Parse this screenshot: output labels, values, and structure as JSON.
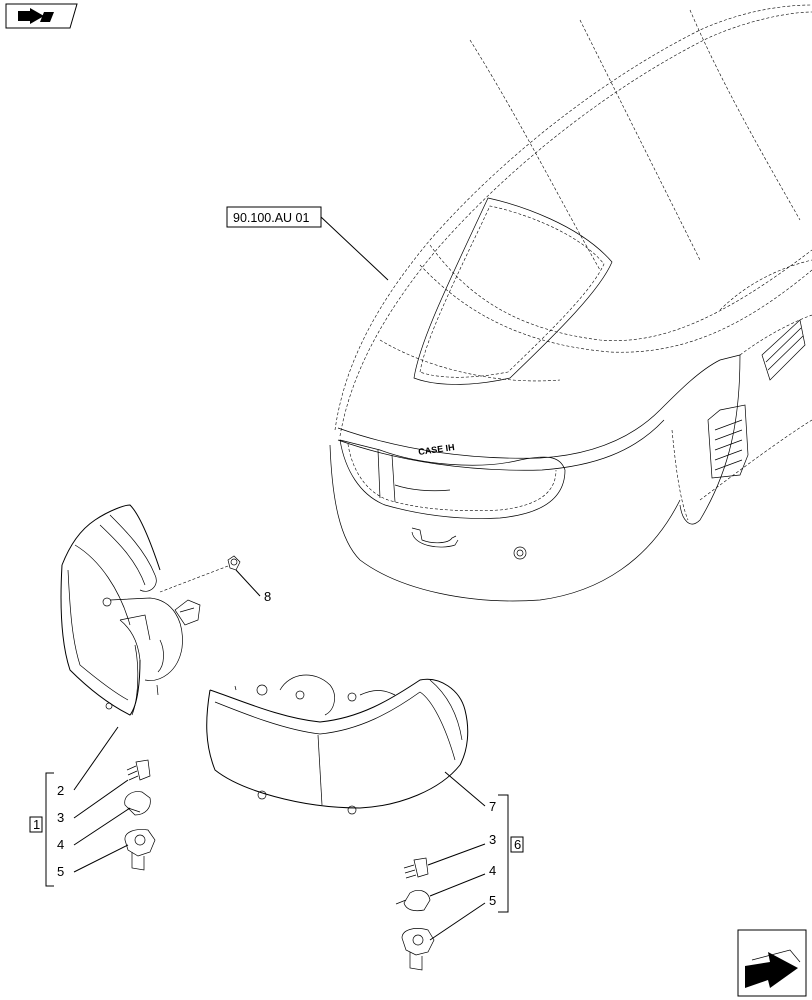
{
  "reference_label": "90.100.AU 01",
  "part_numbers": {
    "p1": "1",
    "p2": "2",
    "p3a": "3",
    "p4a": "4",
    "p5a": "5",
    "p6": "6",
    "p7": "7",
    "p3b": "3",
    "p4b": "4",
    "p5b": "5",
    "p8": "8"
  },
  "hood_logo": "CASE IH",
  "icons": {
    "top_left": "book-arrow-icon",
    "bottom_right": "next-page-arrow-icon"
  }
}
